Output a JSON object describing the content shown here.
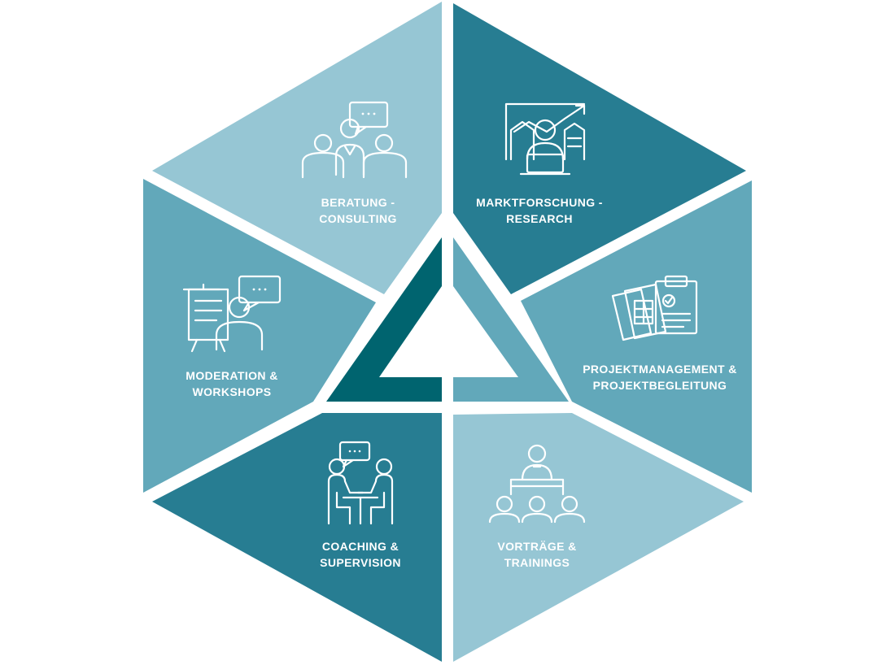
{
  "colors": {
    "light": "#96c6d4",
    "mid": "#62a8ba",
    "dark": "#277d92",
    "center_dark": "#00646f",
    "center_mid": "#62a8ba",
    "text": "#ffffff"
  },
  "segments": [
    {
      "id": "beratung",
      "line1": "BERATUNG -",
      "line2": "CONSULTING",
      "icon": "group-consulting-icon",
      "color": "light"
    },
    {
      "id": "marktforschung",
      "line1": "MARKTFORSCHUNG -",
      "line2": "RESEARCH",
      "icon": "market-research-icon",
      "color": "dark"
    },
    {
      "id": "projektmanagement",
      "line1": "PROJEKTMANAGEMENT &",
      "line2": "PROJEKTBEGLEITUNG",
      "icon": "clipboard-icon",
      "color": "mid"
    },
    {
      "id": "vortraege",
      "line1": "VORTRÄGE &",
      "line2": "TRAININGS",
      "icon": "lecture-icon",
      "color": "light"
    },
    {
      "id": "coaching",
      "line1": "COACHING &",
      "line2": "SUPERVISION",
      "icon": "coaching-icon",
      "color": "dark"
    },
    {
      "id": "moderation",
      "line1": "MODERATION &",
      "line2": "WORKSHOPS",
      "icon": "presentation-icon",
      "color": "mid"
    }
  ]
}
